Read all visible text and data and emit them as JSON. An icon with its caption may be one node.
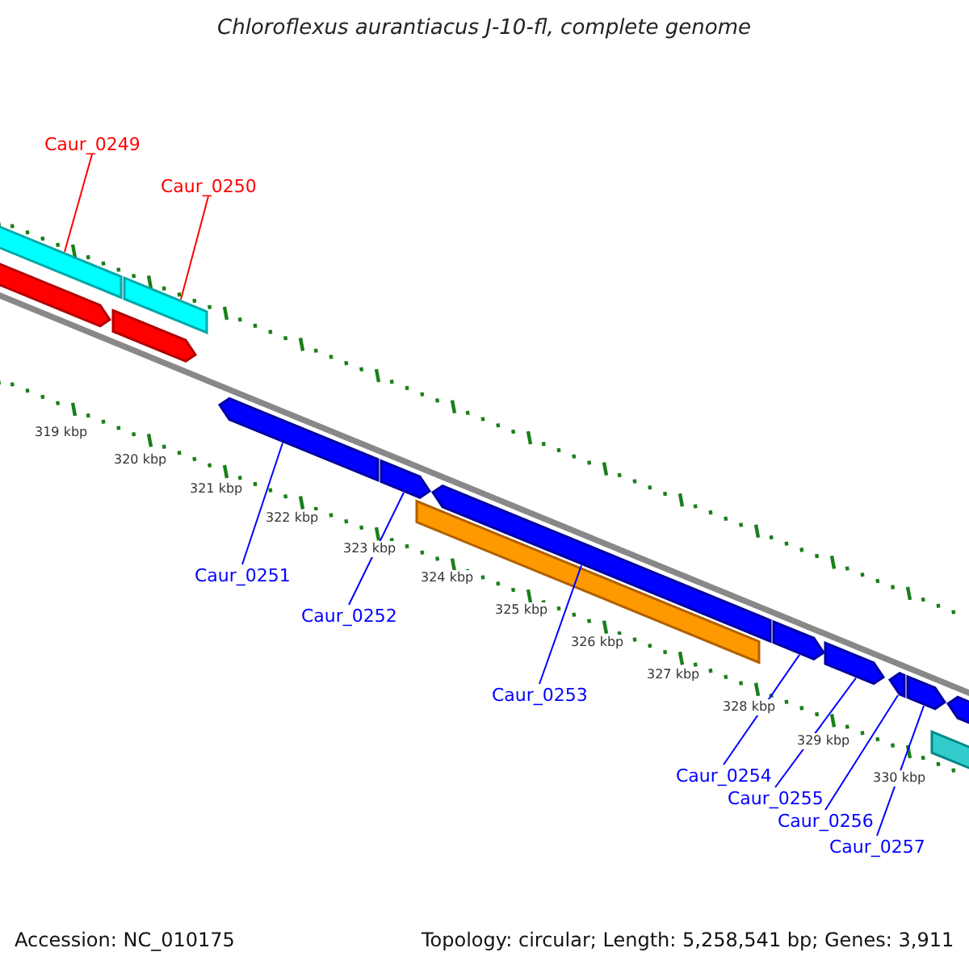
{
  "diagram": {
    "title": "Chloroflexus aurantiacus J-10-fl, complete genome",
    "nodes": [
      {
        "text": [
          "Caur_0249"
        ]
      },
      {
        "text": [
          "Caur_0250"
        ]
      },
      {
        "text": [
          "Caur_0251"
        ]
      },
      {
        "text": [
          "Caur_0252"
        ]
      },
      {
        "text": [
          "Caur_0253"
        ]
      },
      {
        "text": [
          "Caur_0254"
        ]
      },
      {
        "text": [
          "Caur_0255"
        ]
      },
      {
        "text": [
          "Caur_0256"
        ]
      },
      {
        "text": [
          "Caur_0257"
        ]
      },
      {
        "text": [],
        "shape": "bar"
      },
      {
        "text": [],
        "shape": "bar"
      },
      {
        "text": [],
        "shape": "pentagon"
      },
      {
        "text": [],
        "shape": "pentagon"
      },
      {
        "text": [],
        "shape": "pentagon"
      },
      {
        "text": [],
        "shape": "pentagon"
      },
      {
        "text": [],
        "shape": "pentagon"
      },
      {
        "text": [],
        "shape": "bar"
      },
      {
        "text": [],
        "shape": "pentagon"
      },
      {
        "text": [],
        "shape": "pentagon"
      },
      {
        "text": [],
        "shape": "pentagon"
      },
      {
        "text": [],
        "shape": "pentagon"
      },
      {
        "text": [],
        "shape": "pentagon"
      },
      {
        "text": [],
        "shape": "bar"
      }
    ],
    "edges": [
      {
        "from": 0,
        "to": 9,
        "arrow": "none",
        "color": "#ff0000"
      },
      {
        "from": 1,
        "to": 10,
        "arrow": "none",
        "color": "#ff0000"
      },
      {
        "from": 2,
        "to": 13,
        "arrow": "none"
      },
      {
        "from": 3,
        "to": 14,
        "arrow": "none"
      },
      {
        "from": 4,
        "to": 15,
        "arrow": "none"
      },
      {
        "from": 5,
        "to": 17,
        "arrow": "none"
      },
      {
        "from": 6,
        "to": 18,
        "arrow": "none"
      },
      {
        "from": 7,
        "to": 19,
        "arrow": "none"
      },
      {
        "from": 8,
        "to": 20,
        "arrow": "none"
      }
    ],
    "labels": [
      "319 kbp",
      "320 kbp",
      "321 kbp",
      "322 kbp",
      "323 kbp",
      "324 kbp",
      "325 kbp",
      "326 kbp",
      "327 kbp",
      "328 kbp",
      "329 kbp",
      "330 kbp",
      "Accession: NC_010175",
      "Topology: circular; Length: 5,258,541 bp; Genes: 3,911"
    ]
  }
}
